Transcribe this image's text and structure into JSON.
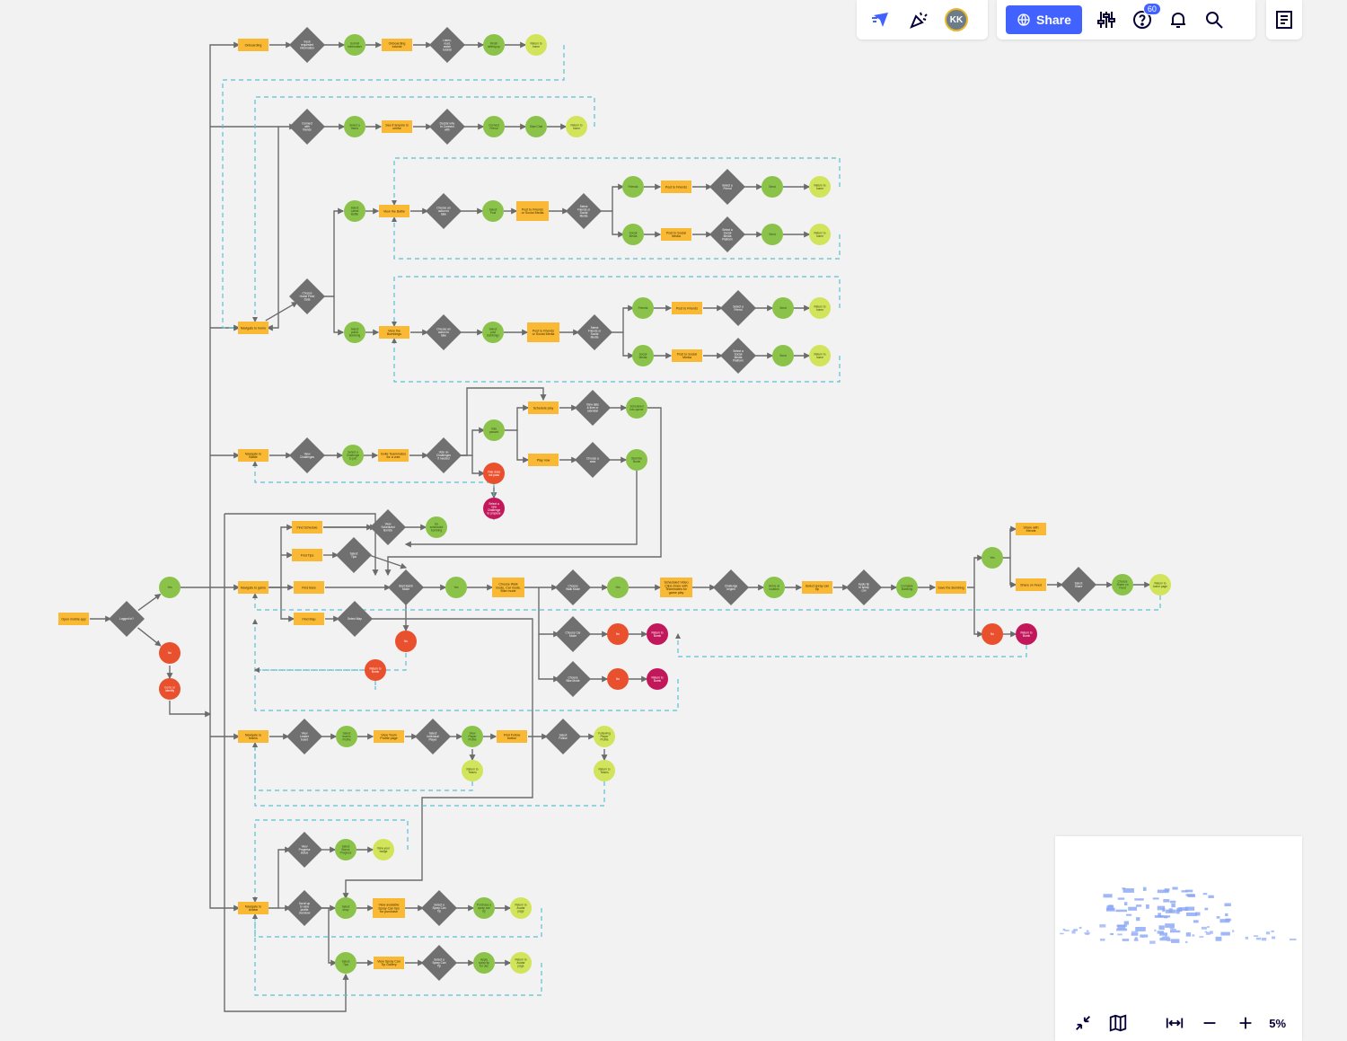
{
  "toolbar": {
    "avatar_initials": "KK",
    "share_label": "Share",
    "notifications_count": "60",
    "icons": [
      "cursor-arrow-icon",
      "party-popper-icon",
      "settings-sliders-icon",
      "help-icon",
      "bell-icon",
      "search-icon",
      "notes-icon"
    ]
  },
  "minimap": {
    "zoom_level": "5%",
    "icons": [
      "collapse-icon",
      "map-icon",
      "fit-width-icon",
      "zoom-out-icon",
      "zoom-in-icon"
    ]
  },
  "colors": {
    "rect": "#f9b934",
    "diamond": "#707070",
    "green": "#8bc34a",
    "lime": "#d2e45b",
    "red": "#e8502e",
    "magenta": "#c2185b",
    "accent": "#4262ff",
    "line": "#6b6b6b",
    "dash": "#5bc0d6"
  },
  "legend_note": "",
  "diagram": {
    "nodes": [
      {
        "id": "start",
        "t": "r",
        "label": "Open mobile app"
      },
      {
        "id": "logged",
        "t": "d",
        "label": "Logged in?"
      },
      {
        "id": "yes1",
        "t": "g",
        "label": "Yes"
      },
      {
        "id": "no1",
        "t": "o",
        "label": "No"
      },
      {
        "id": "signup",
        "t": "o",
        "label": "Go to or Identity"
      },
      {
        "id": "onb",
        "t": "r",
        "label": "Onboarding"
      },
      {
        "id": "onb_d",
        "t": "d",
        "label": "Input requested information"
      },
      {
        "id": "onb_g",
        "t": "g",
        "label": "Submit information"
      },
      {
        "id": "onb_r",
        "t": "r",
        "label": "Onboarding tutorial"
      },
      {
        "id": "onb_d2",
        "t": "d",
        "label": "Listen, read, watch tutorial"
      },
      {
        "id": "onb_g2",
        "t": "g",
        "label": "Finish setting up"
      },
      {
        "id": "onb_l",
        "t": "l",
        "label": "Return to home"
      },
      {
        "id": "conn_d",
        "t": "d",
        "label": "Connect with friends"
      },
      {
        "id": "conn_g",
        "t": "g",
        "label": "Select a friend"
      },
      {
        "id": "conn_r",
        "t": "r",
        "label": "See if anyone is online"
      },
      {
        "id": "conn_d2",
        "t": "d",
        "label": "Decide who to Connect with"
      },
      {
        "id": "conn_g2",
        "t": "g",
        "label": "Connect Friend"
      },
      {
        "id": "conn_g3",
        "t": "g",
        "label": "Start Chat"
      },
      {
        "id": "conn_l",
        "t": "l",
        "label": "Return to home"
      },
      {
        "id": "nav_home",
        "t": "r",
        "label": "Navigate to home"
      },
      {
        "id": "choose_feed",
        "t": "d",
        "label": "Choose Home Feed Data"
      },
      {
        "id": "sel_latest",
        "t": "g",
        "label": "Select Latest Battle"
      },
      {
        "id": "view_battle",
        "t": "r",
        "label": "View the Battle"
      },
      {
        "id": "bat_d",
        "t": "d",
        "label": "Choose an action to take"
      },
      {
        "id": "bat_g",
        "t": "g",
        "label": "Select Post"
      },
      {
        "id": "bat_r",
        "t": "r",
        "label": "Post to Friends or Social Media"
      },
      {
        "id": "bat_d2",
        "t": "d",
        "label": "Select Friends or Social Media"
      },
      {
        "id": "bat_gf",
        "t": "g",
        "label": "Friends"
      },
      {
        "id": "bat_rf",
        "t": "r",
        "label": "Post to Friends"
      },
      {
        "id": "bat_df",
        "t": "d",
        "label": "Select a Friend"
      },
      {
        "id": "bat_sf",
        "t": "g",
        "label": "Send"
      },
      {
        "id": "bat_lf",
        "t": "l",
        "label": "Return to home"
      },
      {
        "id": "bat_gs",
        "t": "g",
        "label": "Social Media"
      },
      {
        "id": "bat_rs",
        "t": "r",
        "label": "Post to Social Media"
      },
      {
        "id": "bat_ds",
        "t": "d",
        "label": "Select a Social Media Platform"
      },
      {
        "id": "bat_ss",
        "t": "g",
        "label": "Send"
      },
      {
        "id": "bat_ls",
        "t": "l",
        "label": "Return to home"
      },
      {
        "id": "sel_public",
        "t": "g",
        "label": "Select public Bombing"
      },
      {
        "id": "view_bomb",
        "t": "r",
        "label": "View the Bombings"
      },
      {
        "id": "bomb_d",
        "t": "d",
        "label": "Choose an action to take"
      },
      {
        "id": "bomb_g",
        "t": "g",
        "label": "Select post bombings"
      },
      {
        "id": "bomb_r",
        "t": "r",
        "label": "Post to Friends or Social Media"
      },
      {
        "id": "bomb_d2",
        "t": "d",
        "label": "Select Friends or Social Media"
      },
      {
        "id": "bomb_gf",
        "t": "g",
        "label": "Friends"
      },
      {
        "id": "bomb_rf",
        "t": "r",
        "label": "Post to Friends"
      },
      {
        "id": "bomb_df",
        "t": "d",
        "label": "Select a Friend"
      },
      {
        "id": "bomb_sf",
        "t": "g",
        "label": "Send"
      },
      {
        "id": "bomb_lf",
        "t": "l",
        "label": "Return to home"
      },
      {
        "id": "bomb_gs",
        "t": "g",
        "label": "Social Media"
      },
      {
        "id": "bomb_rs",
        "t": "r",
        "label": "Post to Social Media"
      },
      {
        "id": "bomb_ds",
        "t": "d",
        "label": "Select a Social Media Platform"
      },
      {
        "id": "bomb_ss",
        "t": "g",
        "label": "Send"
      },
      {
        "id": "bomb_ls",
        "t": "l",
        "label": "Return to home"
      },
      {
        "id": "nav_battle",
        "t": "r",
        "label": "Navigate to Battle"
      },
      {
        "id": "view_chal",
        "t": "d",
        "label": "View Challenges"
      },
      {
        "id": "sel_chal",
        "t": "g",
        "label": "Select a Challenge to join"
      },
      {
        "id": "invite",
        "t": "r",
        "label": "Invite Teammates for a vote"
      },
      {
        "id": "vote_d",
        "t": "d",
        "label": "Vote on Challenges if needed"
      },
      {
        "id": "vote_pass",
        "t": "g",
        "label": "Vote passed"
      },
      {
        "id": "vote_fail",
        "t": "o",
        "label": "Vote does not pass"
      },
      {
        "id": "new_chal",
        "t": "m",
        "label": "Select a new Challenge to propose"
      },
      {
        "id": "sched_play",
        "t": "r",
        "label": "Schedule play"
      },
      {
        "id": "view_date",
        "t": "d",
        "label": "View date & time or calendar"
      },
      {
        "id": "sched_g",
        "t": "g",
        "label": "Scheduled into queue"
      },
      {
        "id": "play_now",
        "t": "r",
        "label": "Play now"
      },
      {
        "id": "choose_area",
        "t": "d",
        "label": "Choose a area"
      },
      {
        "id": "start_bomb",
        "t": "g",
        "label": "Start the Bomb"
      },
      {
        "id": "nav_game",
        "t": "r",
        "label": "Navigate to game"
      },
      {
        "id": "find_sched",
        "t": "r",
        "label": "Find Schedule"
      },
      {
        "id": "view_sched",
        "t": "d",
        "label": "View Scheduled Bombs"
      },
      {
        "id": "go_sched",
        "t": "g",
        "label": "Go scheduled bombing"
      },
      {
        "id": "find_tips",
        "t": "r",
        "label": "Find Tips"
      },
      {
        "id": "sel_tips",
        "t": "d",
        "label": "Select Tips"
      },
      {
        "id": "find_bars",
        "t": "r",
        "label": "Find Bars"
      },
      {
        "id": "start_d",
        "t": "d",
        "label": "Start Bomb Mode"
      },
      {
        "id": "yes2",
        "t": "g",
        "label": "Yes"
      },
      {
        "id": "no2",
        "t": "o",
        "label": "No"
      },
      {
        "id": "ret_bomb_no2",
        "t": "o",
        "label": "Return to Bomb"
      },
      {
        "id": "find_map",
        "t": "r",
        "label": "Find Map"
      },
      {
        "id": "sel_map",
        "t": "d",
        "label": "Select Map"
      },
      {
        "id": "choose_walk",
        "t": "r",
        "label": "Choose Walk mode, Car mode, Bike mode"
      },
      {
        "id": "walk_d",
        "t": "d",
        "label": "Choose Walk Mode"
      },
      {
        "id": "walk_y",
        "t": "g",
        "label": "Yes"
      },
      {
        "id": "sched_video",
        "t": "r",
        "label": "Scheduled Video Clips share with Teammates for game play"
      },
      {
        "id": "chal_d",
        "t": "d",
        "label": "Challenge begins"
      },
      {
        "id": "arrive",
        "t": "g",
        "label": "Arrive at location"
      },
      {
        "id": "sel_spray",
        "t": "r",
        "label": "Select spray can tip"
      },
      {
        "id": "apply_d",
        "t": "d",
        "label": "Apply tip to spray can"
      },
      {
        "id": "complete",
        "t": "g",
        "label": "Complete Bombing"
      },
      {
        "id": "save_bomb",
        "t": "r",
        "label": "Save the Bombing"
      },
      {
        "id": "share_yes",
        "t": "g",
        "label": "Yes"
      },
      {
        "id": "share_friends",
        "t": "r",
        "label": "Share with friends"
      },
      {
        "id": "share_feed",
        "t": "r",
        "label": "Share on Feed"
      },
      {
        "id": "sel_share",
        "t": "d",
        "label": "Select Share"
      },
      {
        "id": "choose_feed2",
        "t": "g",
        "label": "Choose Share on Feed"
      },
      {
        "id": "ret_home_end",
        "t": "l",
        "label": "Return to home page"
      },
      {
        "id": "share_no",
        "t": "o",
        "label": "No"
      },
      {
        "id": "ret_bomb_end",
        "t": "m",
        "label": "Return to Bomb"
      },
      {
        "id": "car_d",
        "t": "d",
        "label": "Choose Car Mode"
      },
      {
        "id": "car_n",
        "t": "o",
        "label": "No"
      },
      {
        "id": "car_r",
        "t": "m",
        "label": "Return to Bomb"
      },
      {
        "id": "bike_d",
        "t": "d",
        "label": "Choose Bike Mode"
      },
      {
        "id": "bike_n",
        "t": "o",
        "label": "No"
      },
      {
        "id": "bike_r",
        "t": "m",
        "label": "Return to Bomb"
      },
      {
        "id": "nav_teams",
        "t": "r",
        "label": "Navigate to teams"
      },
      {
        "id": "view_lead",
        "t": "d",
        "label": "View Leader board"
      },
      {
        "id": "sel_team",
        "t": "g",
        "label": "Select team's Profile"
      },
      {
        "id": "view_team",
        "t": "r",
        "label": "View Team Profile page"
      },
      {
        "id": "sel_player",
        "t": "d",
        "label": "Select Individual Player"
      },
      {
        "id": "view_player",
        "t": "g",
        "label": "View Player Profile"
      },
      {
        "id": "find_follow",
        "t": "r",
        "label": "Find Follow button"
      },
      {
        "id": "sel_follow",
        "t": "d",
        "label": "Select Follow"
      },
      {
        "id": "following",
        "t": "l",
        "label": "Following Player Profile"
      },
      {
        "id": "ret_teams1",
        "t": "l",
        "label": "Return to Teams"
      },
      {
        "id": "ret_teams2",
        "t": "l",
        "label": "Return to Teams"
      },
      {
        "id": "nav_avatar",
        "t": "r",
        "label": "Navigate to Avatar"
      },
      {
        "id": "view_prog",
        "t": "d",
        "label": "View Progress status"
      },
      {
        "id": "sel_prog",
        "t": "g",
        "label": "Select Bonus Progress"
      },
      {
        "id": "view_badge",
        "t": "l",
        "label": "View your badge"
      },
      {
        "id": "scroll_d",
        "t": "d",
        "label": "Scroll up to view profile overview"
      },
      {
        "id": "sel_shop",
        "t": "g",
        "label": "Select shop"
      },
      {
        "id": "view_spray",
        "t": "r",
        "label": "View available Spray Can tips for purchase"
      },
      {
        "id": "sel_spray_d",
        "t": "d",
        "label": "Select a Spray Can Tip"
      },
      {
        "id": "purchase",
        "t": "g",
        "label": "Purchase a spray can tip"
      },
      {
        "id": "ret_avatar",
        "t": "l",
        "label": "Return to Avatar page"
      },
      {
        "id": "sel_tips2",
        "t": "g",
        "label": "Select Tips"
      },
      {
        "id": "view_gallery",
        "t": "r",
        "label": "View Spray Can Tip Gallery"
      },
      {
        "id": "sel_tip_d",
        "t": "d",
        "label": "Select a Spray Can Tip"
      },
      {
        "id": "apply_tip",
        "t": "g",
        "label": "Apply spray tip for use"
      },
      {
        "id": "ret_avatar2",
        "t": "l",
        "label": "Return to Avatar page"
      }
    ]
  }
}
